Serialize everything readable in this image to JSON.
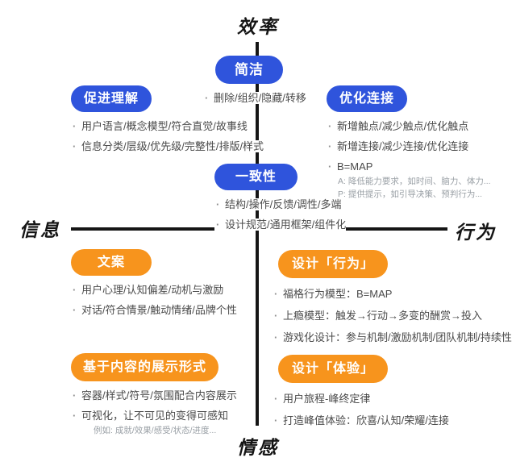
{
  "axes": {
    "top": "效率",
    "bottom": "情感",
    "left": "信息",
    "right": "行为"
  },
  "colors": {
    "blue_pill": "#2F54DC",
    "orange_pill": "#F7941D",
    "axis": "#151515",
    "bullet_text": "#4a4a4a",
    "subnote_text": "#9aa0a6"
  },
  "groups": [
    {
      "label": "简洁",
      "color": "blue",
      "bullets": [
        "删除/组织/隐藏/转移"
      ]
    },
    {
      "label": "促进理解",
      "color": "blue",
      "bullets": [
        "用户语言/概念模型/符合直觉/故事线",
        "信息分类/层级/优先级/完整性/排版/样式"
      ]
    },
    {
      "label": "优化连接",
      "color": "blue",
      "bullets": [
        "新增触点/减少触点/优化触点",
        "新增连接/减少连接/优化连接",
        "B=MAP"
      ],
      "subnotes": [
        "A: 降低能力要求，如时间、脑力、体力...",
        "P: 提供提示，如引导决策、预判行为..."
      ]
    },
    {
      "label": "一致性",
      "color": "blue",
      "bullets": [
        "结构/操作/反馈/调性/多端",
        "设计规范/通用框架/组件化"
      ]
    },
    {
      "label": "文案",
      "color": "orange",
      "bullets": [
        "用户心理/认知偏差/动机与激励",
        "对话/符合情景/触动情绪/品牌个性"
      ]
    },
    {
      "label": "基于内容的展示形式",
      "color": "orange",
      "bullets": [
        "容器/样式/符号/氛围配合内容展示",
        "可视化，让不可见的变得可感知"
      ],
      "subnotes": [
        "例如: 成就/效果/感受/状态/进度..."
      ]
    },
    {
      "label": "设计「行为」",
      "color": "orange",
      "bullets": [
        "福格行为模型：B=MAP",
        "上瘾模型：触发→行动→多变的酬赏→投入",
        "游戏化设计：参与机制/激励机制/团队机制/持续性"
      ]
    },
    {
      "label": "设计「体验」",
      "color": "orange",
      "bullets": [
        "用户旅程-峰终定律",
        "打造峰值体验：欣喜/认知/荣耀/连接"
      ]
    }
  ]
}
